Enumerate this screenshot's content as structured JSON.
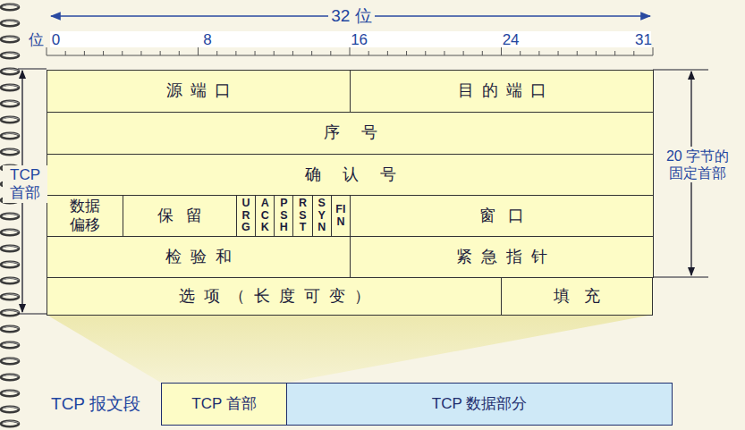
{
  "diagram": {
    "nodes": [
      {
        "text": [
          "源端口"
        ]
      },
      {
        "text": [
          "目的端口"
        ]
      },
      {
        "text": [
          "序号"
        ]
      },
      {
        "text": [
          "确认号"
        ]
      },
      {
        "text": [
          "数据 偏移"
        ]
      },
      {
        "text": [
          "保留"
        ]
      },
      {
        "text": [
          "URG"
        ]
      },
      {
        "text": [
          "ACK"
        ]
      },
      {
        "text": [
          "PSH"
        ]
      },
      {
        "text": [
          "RST"
        ]
      },
      {
        "text": [
          "SYN"
        ]
      },
      {
        "text": [
          "FIN"
        ]
      },
      {
        "text": [
          "窗口"
        ]
      },
      {
        "text": [
          "检验和"
        ]
      },
      {
        "text": [
          "紧急指针"
        ]
      },
      {
        "text": [
          "选项（长度可变）"
        ]
      },
      {
        "text": [
          "填充"
        ]
      },
      {
        "text": [
          "TCP 首部"
        ]
      },
      {
        "text": [
          "TCP 数据部分"
        ]
      }
    ],
    "labels": [
      "32 位",
      "位",
      "0",
      "8",
      "16",
      "24",
      "31",
      "TCP 首部",
      "20 字节的 固定首部",
      "TCP 报文段"
    ]
  }
}
